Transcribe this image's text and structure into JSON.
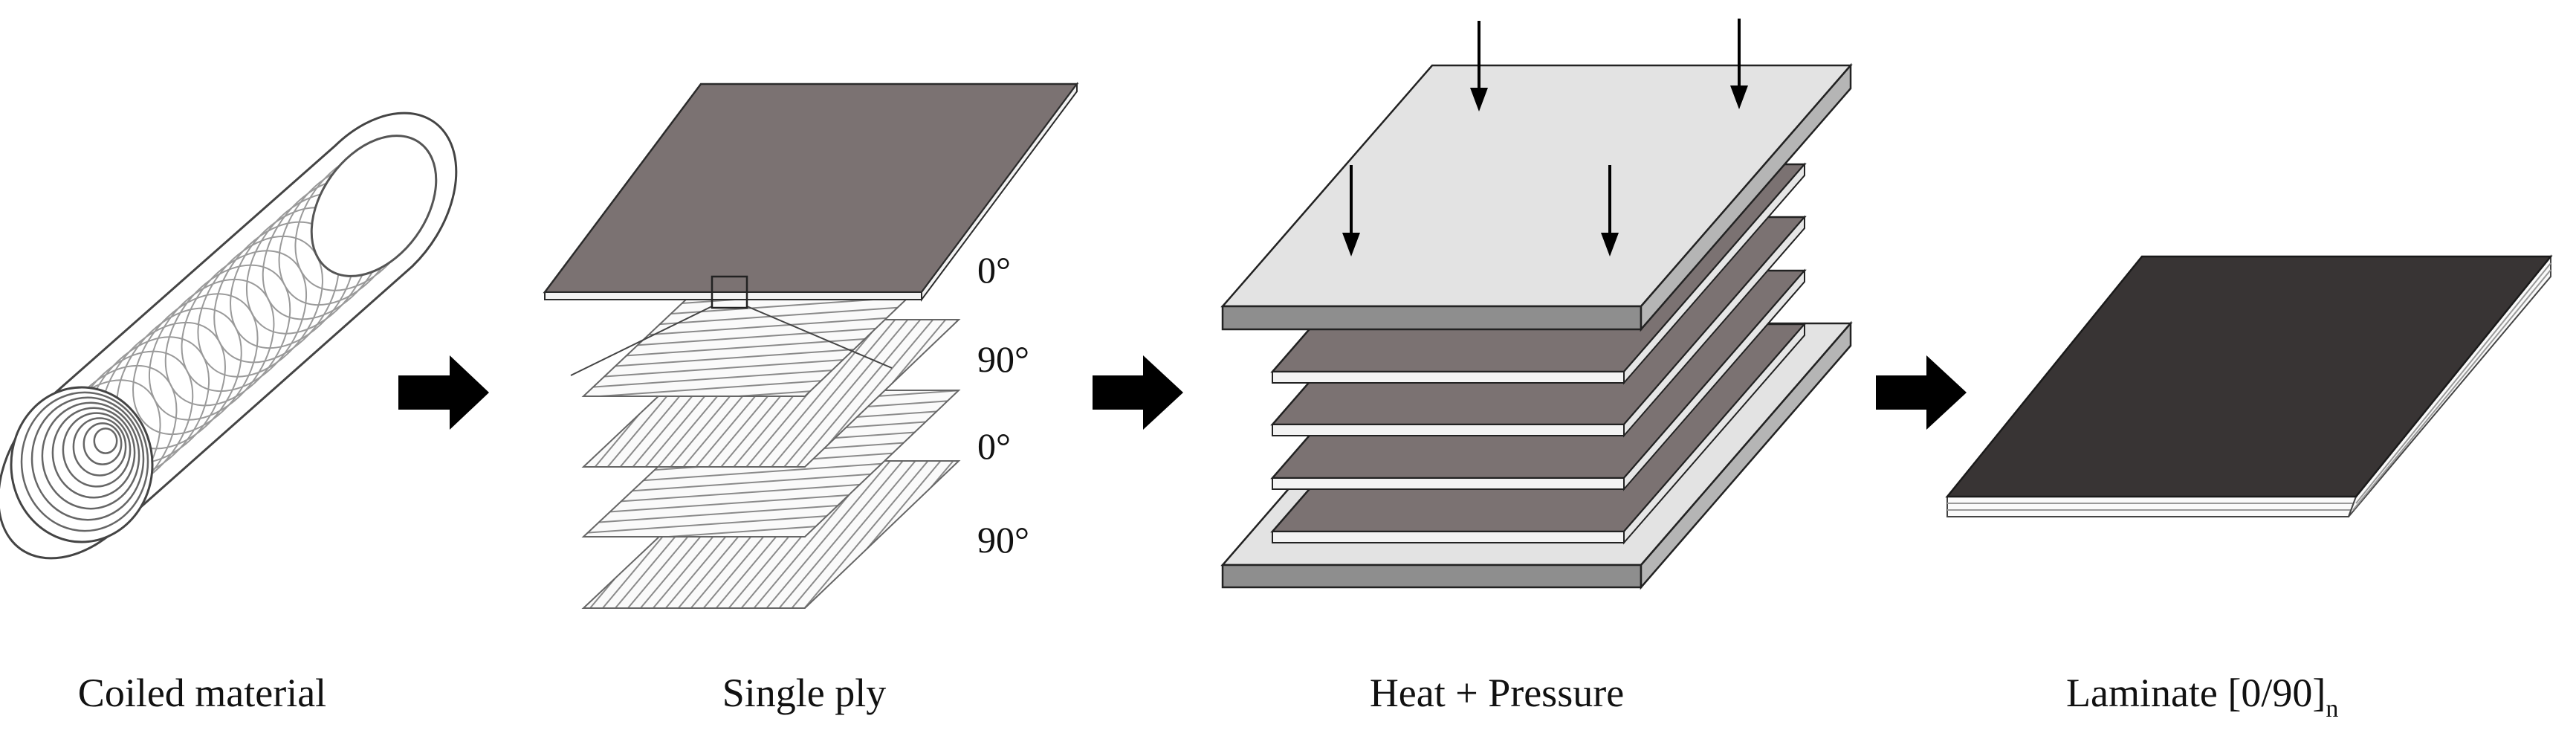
{
  "stages": [
    {
      "caption": "Coiled material"
    },
    {
      "caption": "Single ply",
      "angles": [
        "0°",
        "90°",
        "0°",
        "90°"
      ]
    },
    {
      "caption": "Heat + Pressure"
    },
    {
      "caption": "Laminate [0/90]",
      "caption_sub": "n"
    }
  ],
  "colors": {
    "dark_ply": "#7b7272",
    "laminate": "#383434",
    "platen_top": "#e3e3e3",
    "platen_side": "#8e8e8e",
    "line": "#222222",
    "arrow": "#000000"
  },
  "icons": [
    "process-arrow-icon",
    "press-arrow-icon"
  ]
}
